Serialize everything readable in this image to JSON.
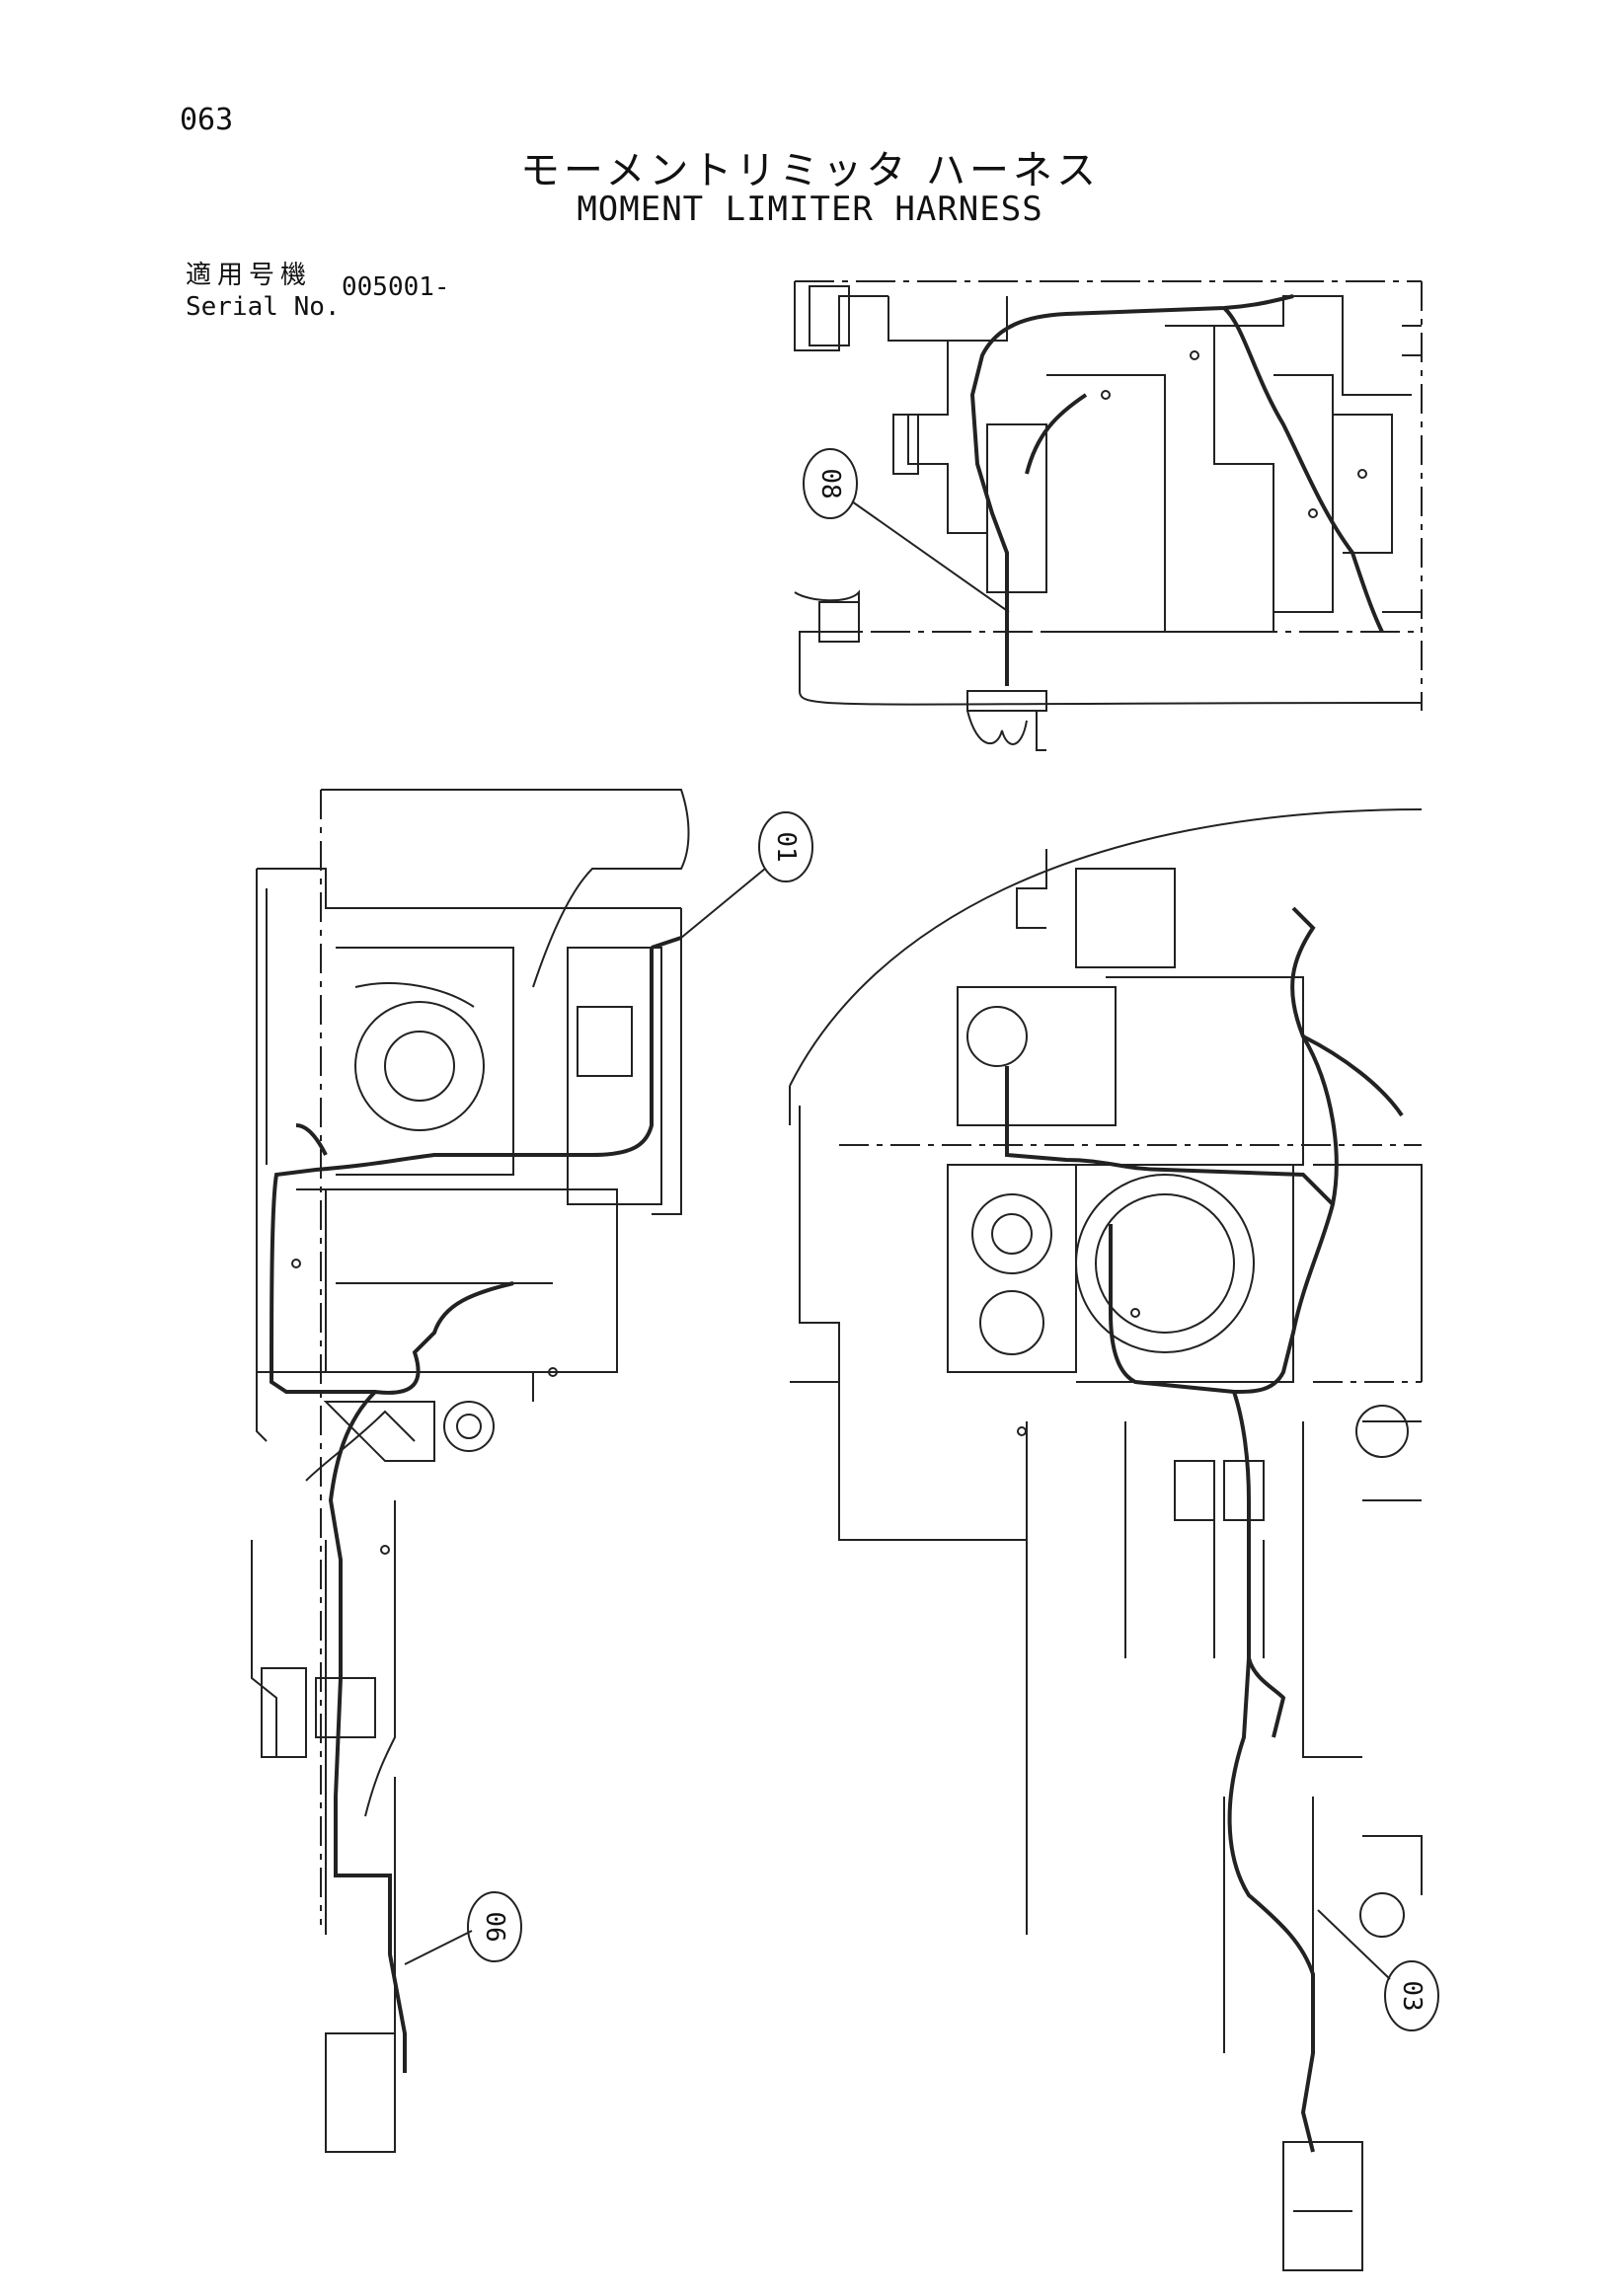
{
  "header": {
    "page_number": "063",
    "title_jp": "モーメントリミッタ ハーネス",
    "title_en": "MOMENT LIMITER HARNESS",
    "serial_label_jp": "適用号機",
    "serial_label_en": "Serial No.",
    "serial_value": "005001-"
  },
  "callouts": {
    "c01": "01",
    "c03": "03",
    "c06": "06",
    "c08": "08"
  }
}
